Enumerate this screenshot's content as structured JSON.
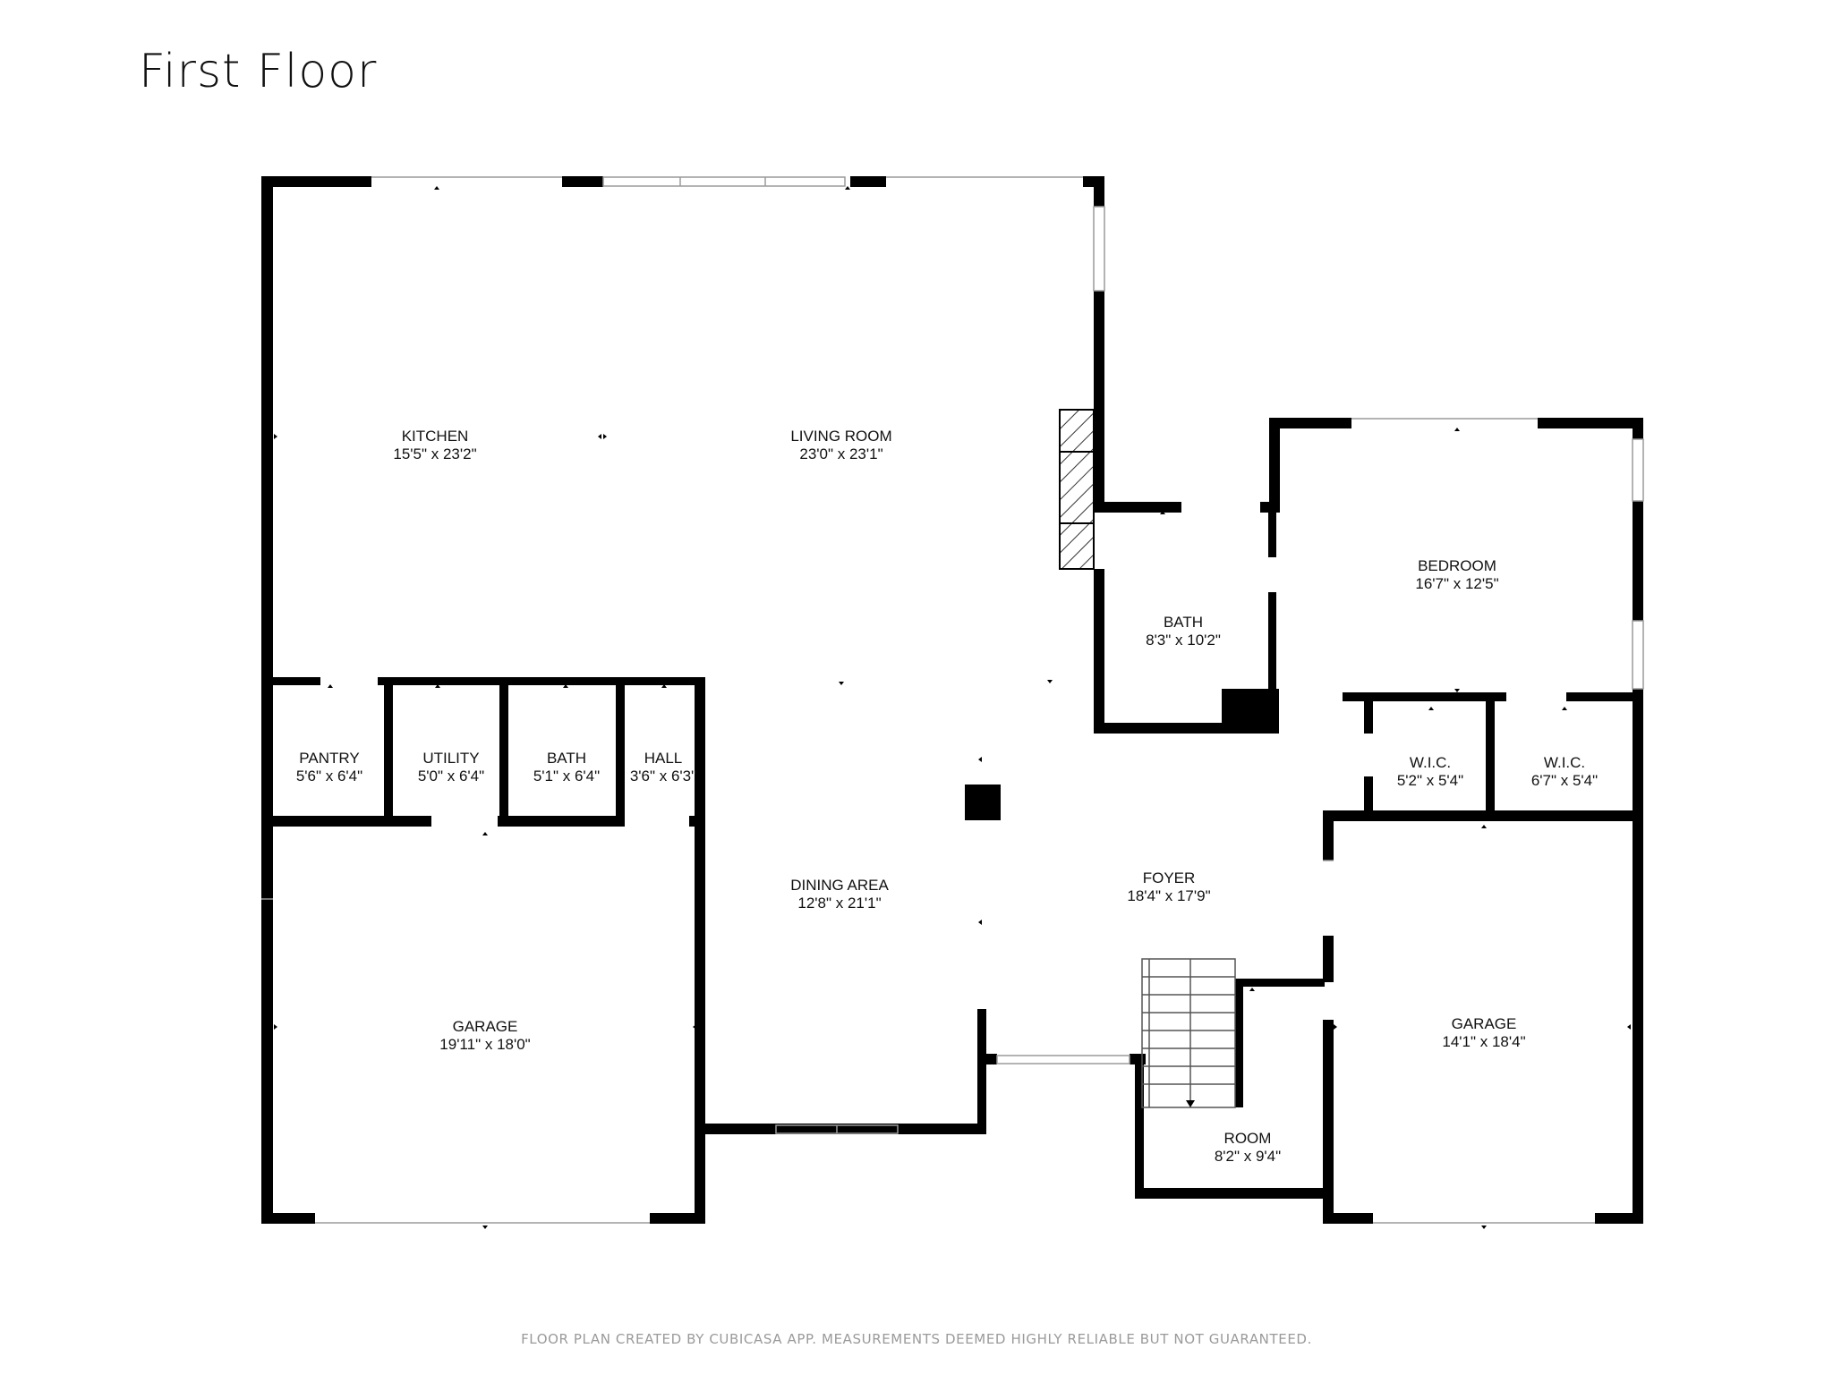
{
  "title": "First Floor",
  "footer": "FLOOR PLAN CREATED BY CUBICASA APP. MEASUREMENTS DEEMED HIGHLY RELIABLE BUT NOT GUARANTEED.",
  "colors": {
    "wall": "#000000",
    "window": "#bdbdbd",
    "text": "#111111",
    "footer": "#9a9a9a"
  },
  "rooms": {
    "kitchen": {
      "name": "KITCHEN",
      "dims": "15'5\" x 23'2\""
    },
    "living_room": {
      "name": "LIVING ROOM",
      "dims": "23'0\" x 23'1\""
    },
    "bath_upper": {
      "name": "BATH",
      "dims": "8'3\" x 10'2\""
    },
    "bedroom": {
      "name": "BEDROOM",
      "dims": "16'7\" x 12'5\""
    },
    "pantry": {
      "name": "PANTRY",
      "dims": "5'6\" x 6'4\""
    },
    "utility": {
      "name": "UTILITY",
      "dims": "5'0\" x 6'4\""
    },
    "bath_lower": {
      "name": "BATH",
      "dims": "5'1\" x 6'4\""
    },
    "hall": {
      "name": "HALL",
      "dims": "3'6\" x 6'3\""
    },
    "wic_left": {
      "name": "W.I.C.",
      "dims": "5'2\" x 5'4\""
    },
    "wic_right": {
      "name": "W.I.C.",
      "dims": "6'7\" x 5'4\""
    },
    "dining_area": {
      "name": "DINING AREA",
      "dims": "12'8\" x 21'1\""
    },
    "foyer": {
      "name": "FOYER",
      "dims": "18'4\" x 17'9\""
    },
    "garage_left": {
      "name": "GARAGE",
      "dims": "19'11\" x 18'0\""
    },
    "garage_right": {
      "name": "GARAGE",
      "dims": "14'1\" x 18'4\""
    },
    "room": {
      "name": "ROOM",
      "dims": "8'2\" x 9'4\""
    }
  }
}
